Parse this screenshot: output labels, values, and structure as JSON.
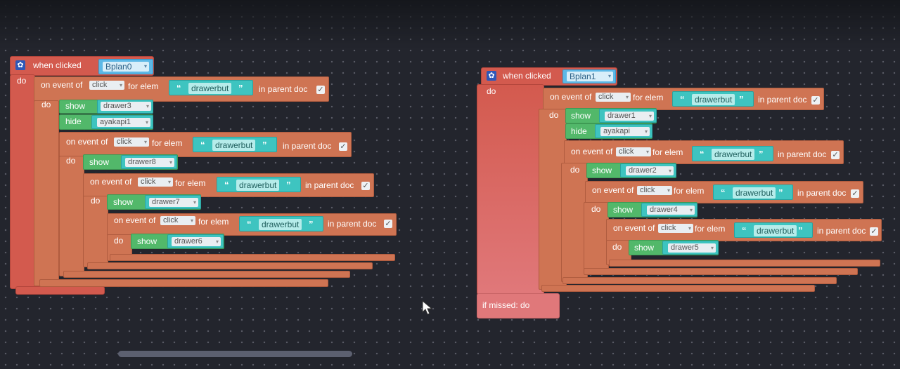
{
  "left": {
    "title": "when clicked",
    "target": "Bplan0",
    "do": "do",
    "ev1": {
      "label": "on event of",
      "event": "click",
      "for_elem": "for elem",
      "str": "drawerbut",
      "parent": "in parent doc",
      "check": "✓"
    },
    "show_label": "show",
    "hide_label": "hide",
    "items1": [
      "drawer3",
      "ayakapi1"
    ],
    "ev2": {
      "label": "on event of",
      "event": "click",
      "for_elem": "for elem",
      "str": "drawerbut",
      "parent": "in parent doc",
      "check": "✓"
    },
    "item2": "drawer8",
    "ev3": {
      "label": "on event of",
      "event": "click",
      "for_elem": "for elem",
      "str": "drawerbut",
      "parent": "in parent doc",
      "check": "✓"
    },
    "item3": "drawer7",
    "ev4": {
      "label": "on event of",
      "event": "click",
      "for_elem": "for elem",
      "str": "drawerbut",
      "parent": "in parent doc",
      "check": "✓"
    },
    "item4": "drawer6"
  },
  "right": {
    "title": "when clicked",
    "target": "Bplan1",
    "do": "do",
    "ev1": {
      "label": "on event of",
      "event": "click",
      "for_elem": "for elem",
      "str": "drawerbut",
      "parent": "in parent doc",
      "check": "✓"
    },
    "show_label": "show",
    "hide_label": "hide",
    "items1": [
      "drawer1",
      "ayakapi"
    ],
    "ev2": {
      "label": "on event of",
      "event": "click",
      "for_elem": "for elem",
      "str": "drawerbut",
      "parent": "in parent doc",
      "check": "✓"
    },
    "item2": "drawer2",
    "ev3": {
      "label": "on event of",
      "event": "click",
      "for_elem": "for elem",
      "str": "drawerbut",
      "parent": "in parent doc",
      "check": "✓"
    },
    "item3": "drawer4",
    "ev4": {
      "label": "on event of",
      "event": "click",
      "for_elem": "for elem",
      "str": "drawerbut",
      "parent": "in parent doc",
      "check": "✓"
    },
    "item4": "drawer5",
    "missed": "if missed: do"
  },
  "icons": {
    "gear": "gear-icon",
    "dropdown": "dropdown-arrow-icon",
    "quote": "quote-icon",
    "check": "checkbox-icon",
    "cursor": "mouse-cursor-icon"
  }
}
